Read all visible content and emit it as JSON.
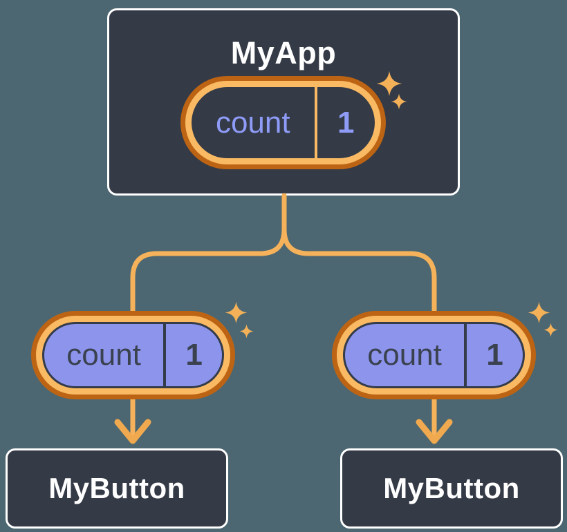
{
  "diagram": {
    "description": "React component tree passing state down as props",
    "root": {
      "title": "MyApp",
      "state": {
        "label": "count",
        "value": "1"
      }
    },
    "children": [
      {
        "title": "MyButton",
        "prop": {
          "label": "count",
          "value": "1"
        }
      },
      {
        "title": "MyButton",
        "prop": {
          "label": "count",
          "value": "1"
        }
      }
    ]
  },
  "icons": {
    "sparkle": "four-point-star"
  },
  "colors": {
    "background": "#4C6771",
    "node_fill": "#343A46",
    "node_border": "#FFFFFF",
    "node_text": "#FFFFFF",
    "pill_ring_dark_orange": "#BC6414",
    "pill_ring_light_orange": "#F9BA63",
    "pill_purple_fill": "#8C94EC",
    "pill_dark_text": "#3A414F",
    "pill_purple_text": "#8E9BF7",
    "wire_orange": "#F5B25B",
    "arrow_orange": "#F0A94E",
    "sparkle_orange": "#F4B158"
  }
}
